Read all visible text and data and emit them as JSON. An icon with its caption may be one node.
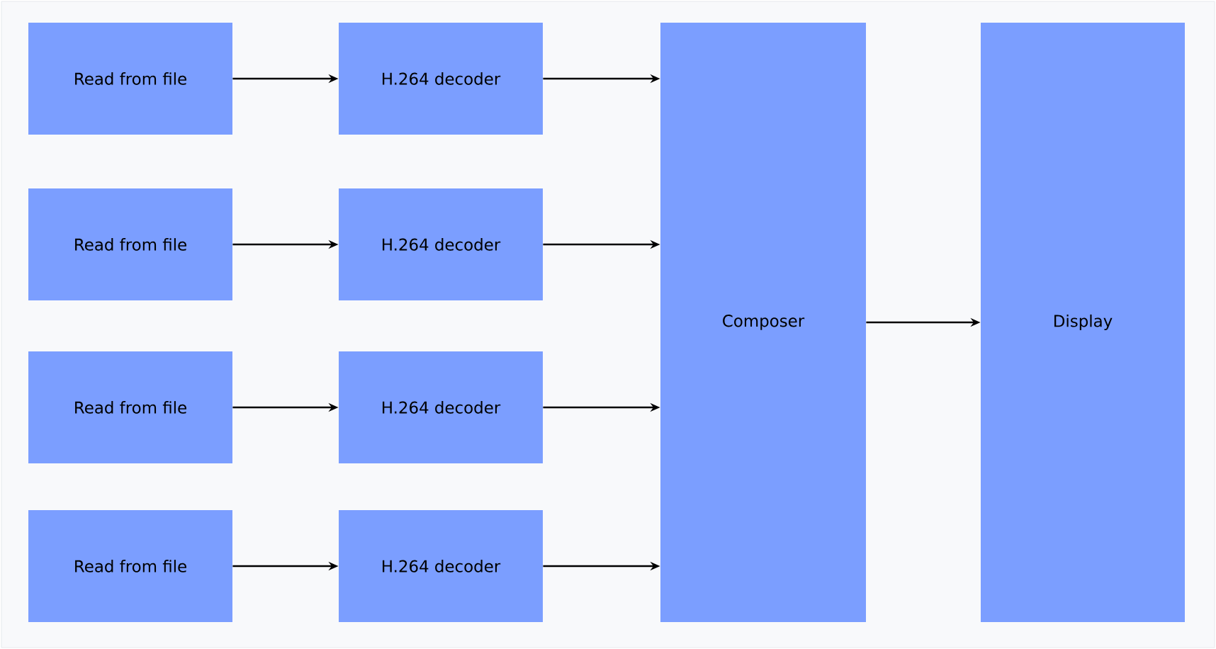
{
  "diagram": {
    "nodes": [
      {
        "text": [
          "Read from file"
        ]
      },
      {
        "text": [
          "H.264 decoder"
        ]
      },
      {
        "text": [
          "Read from file"
        ]
      },
      {
        "text": [
          "H.264 decoder"
        ]
      },
      {
        "text": [
          "Read from file"
        ]
      },
      {
        "text": [
          "H.264 decoder"
        ]
      },
      {
        "text": [
          "Read from file"
        ]
      },
      {
        "text": [
          "H.264 decoder"
        ]
      },
      {
        "text": [
          "Composer"
        ]
      },
      {
        "text": [
          "Display"
        ]
      }
    ],
    "edges": [
      {
        "from": 0,
        "to": 1,
        "arrow": "to"
      },
      {
        "from": 1,
        "to": 8,
        "arrow": "to"
      },
      {
        "from": 2,
        "to": 3,
        "arrow": "to"
      },
      {
        "from": 3,
        "to": 8,
        "arrow": "to"
      },
      {
        "from": 4,
        "to": 5,
        "arrow": "to"
      },
      {
        "from": 5,
        "to": 8,
        "arrow": "to"
      },
      {
        "from": 6,
        "to": 7,
        "arrow": "to"
      },
      {
        "from": 7,
        "to": 8,
        "arrow": "to"
      },
      {
        "from": 8,
        "to": 9,
        "arrow": "to"
      }
    ]
  }
}
